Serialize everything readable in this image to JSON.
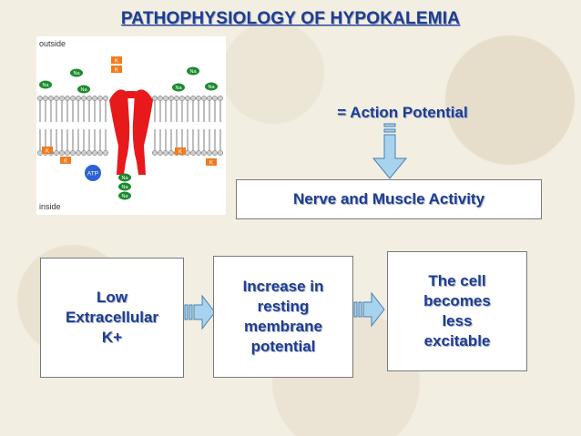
{
  "title": "PATHOPHYSIOLOGY OF HYPOKALEMIA",
  "membrane": {
    "outside_label": "outside",
    "inside_label": "inside",
    "na": "Na",
    "k": "K",
    "atp": "ATP"
  },
  "action_potential_label": "= Action Potential",
  "nerve_box": "Nerve and Muscle Activity",
  "flow": {
    "box1_lines": [
      "Low",
      "Extracellular",
      "K+"
    ],
    "box2_lines": [
      "Increase in",
      "resting",
      "membrane",
      "potential"
    ],
    "box3_lines": [
      "The cell",
      "becomes",
      "less",
      "excitable"
    ]
  },
  "colors": {
    "title": "#1f3d8f",
    "channel": "#e8191a",
    "na_ion": "#1c8a2e",
    "k_ion": "#f07b1e",
    "atp": "#2c62d6",
    "arrow_fill": "#a8d3ef",
    "arrow_stroke": "#4a7fb0"
  }
}
